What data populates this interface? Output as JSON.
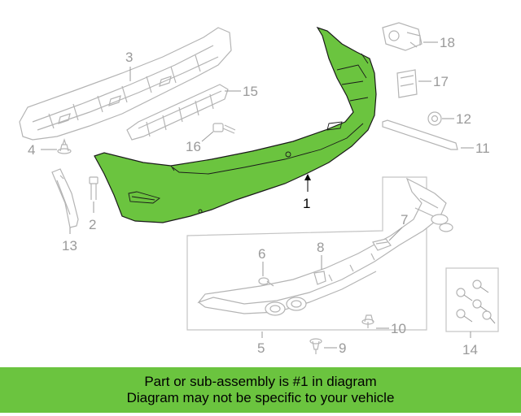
{
  "callouts": {
    "c1": "1",
    "c2": "2",
    "c3": "3",
    "c4": "4",
    "c5": "5",
    "c6": "6",
    "c7": "7",
    "c8": "8",
    "c9": "9",
    "c10": "10",
    "c11": "11",
    "c12": "12",
    "c13": "13",
    "c14": "14",
    "c15": "15",
    "c16": "16",
    "c17": "17",
    "c18": "18"
  },
  "footer": {
    "line1": "Part or sub-assembly is #1 in diagram",
    "line2": "Diagram may not be specific to your vehicle"
  },
  "colors": {
    "highlight": "#6bc43f",
    "part_outline": "#b4b4b4",
    "callout_text": "#9a9a9a"
  }
}
